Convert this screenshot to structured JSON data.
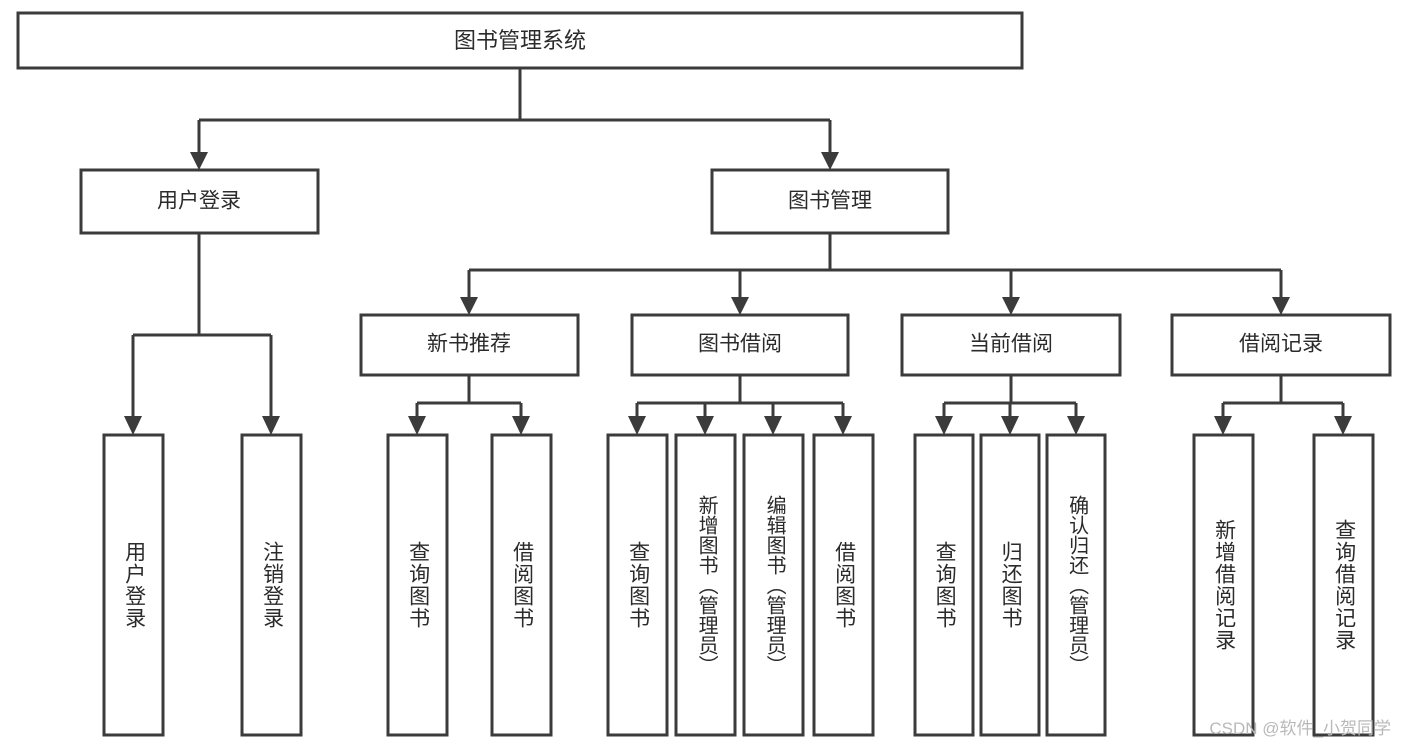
{
  "diagram": {
    "title": "图书管理系统",
    "type": "tree",
    "watermark": "CSDN @软件_小贺同学",
    "colors": {
      "background": "#ffffff",
      "box_fill": "#ffffff",
      "box_stroke": "#3b3b3b",
      "text": "#2b2b2b",
      "watermark": "#b9b9b9"
    },
    "root": {
      "label": "图书管理系统"
    },
    "level2": [
      {
        "label": "用户登录"
      },
      {
        "label": "图书管理"
      }
    ],
    "level3": [
      {
        "label": "新书推荐"
      },
      {
        "label": "图书借阅"
      },
      {
        "label": "当前借阅"
      },
      {
        "label": "借阅记录"
      }
    ],
    "leaves": {
      "user_login": [
        {
          "label": "用户登录"
        },
        {
          "label": "注销登录"
        }
      ],
      "new_book_recommend": [
        {
          "label": "查询图书"
        },
        {
          "label": "借阅图书"
        }
      ],
      "book_borrow": [
        {
          "label": "查询图书"
        },
        {
          "label": "新增图书（管理员）"
        },
        {
          "label": "编辑图书（管理员）"
        },
        {
          "label": "借阅图书"
        }
      ],
      "current_borrow": [
        {
          "label": "查询图书"
        },
        {
          "label": "归还图书"
        },
        {
          "label": "确认归还（管理员）"
        }
      ],
      "borrow_record": [
        {
          "label": "新增借阅记录"
        },
        {
          "label": "查询借阅记录"
        }
      ]
    }
  }
}
